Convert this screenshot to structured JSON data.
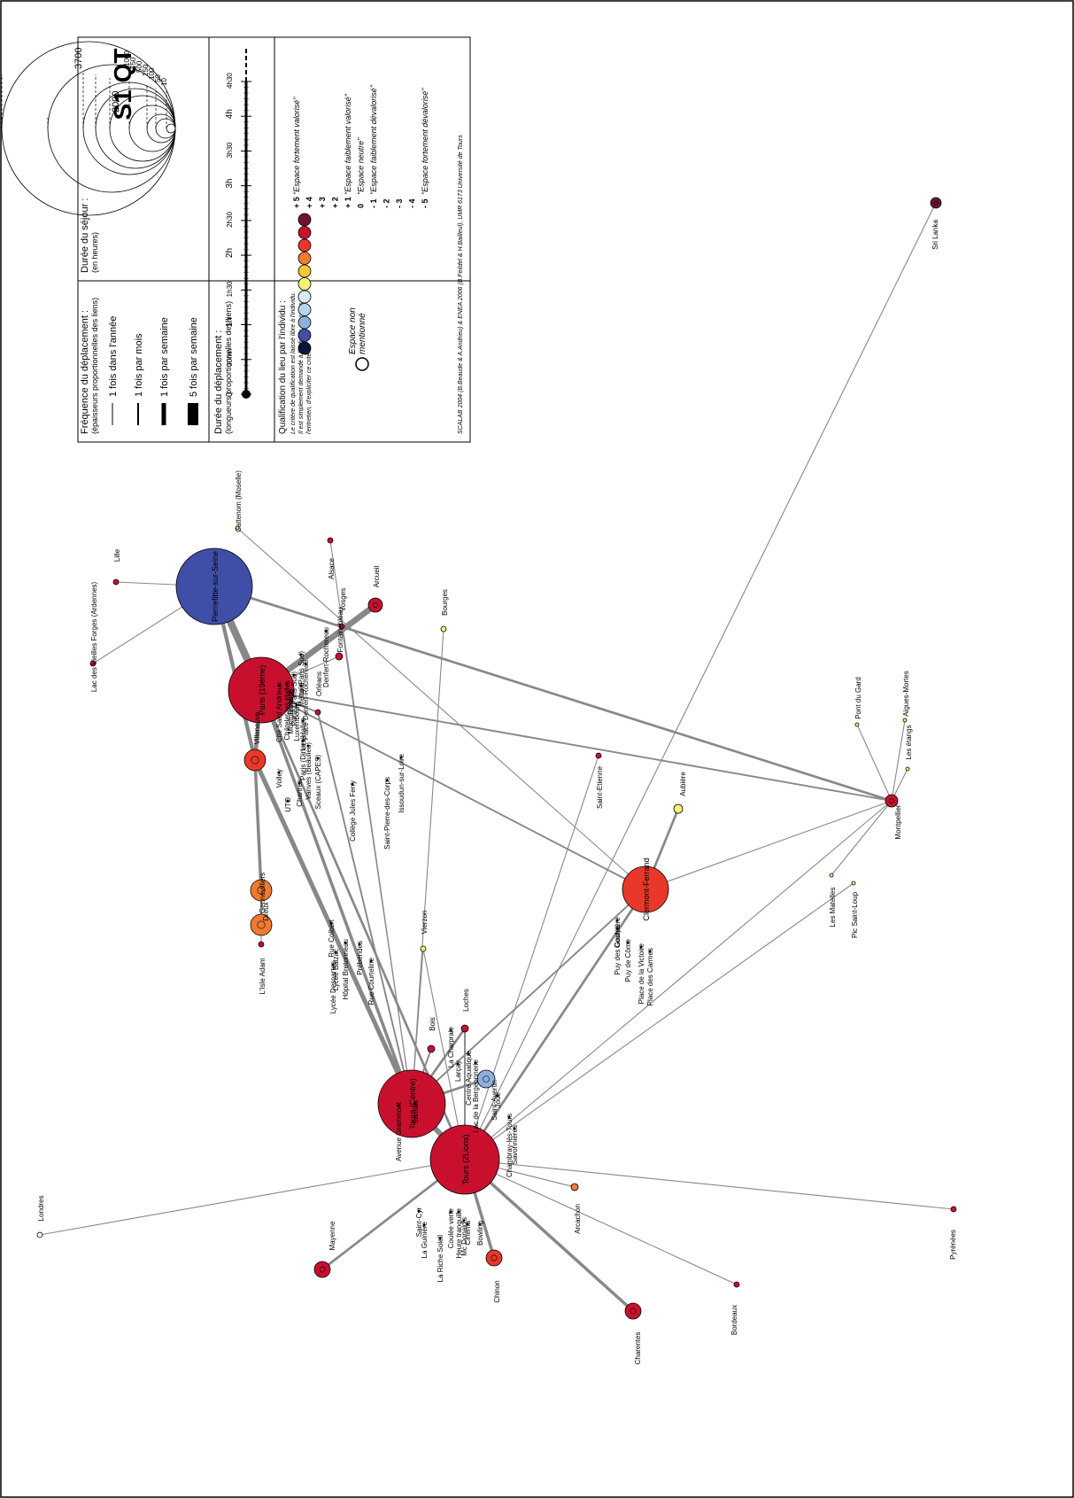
{
  "title": "S1 QT",
  "credit": "SCALAB 2004 (B.Beaude & A.Andrieu) & ENEA 2006 (B.Feildel & H.Bailleul), UMR 6173 Université de Tours",
  "legend": {
    "frequency": {
      "title": "Fréquence du déplacement :",
      "subtitle": "(épaisseurs proportionnelles des liens)",
      "items": [
        "1 fois dans l'année",
        "1 fois par mois",
        "1 fois par semaine",
        "5 fois par semaine"
      ]
    },
    "duration_stay": {
      "title": "Durée du séjour :",
      "subtitle": "(en heures)",
      "sizes": [
        "3700",
        "2000",
        "1000",
        "750",
        "500",
        "250",
        "100",
        "50",
        "10"
      ]
    },
    "duration_trip": {
      "title": "Durée du déplacement :",
      "subtitle": "(longueurs proportionnelles des liens)",
      "ticks": [
        "0",
        "30mn",
        "1h",
        "1h30",
        "2h",
        "2h30",
        "3h",
        "3h30",
        "4h",
        "4h30"
      ]
    },
    "qualification": {
      "title": "Qualification du lieu par l'individu :",
      "note1": "Le critère de qualification est laissé libre à l'individu.",
      "note2": "Il est simplement demandé à l'individu, au cours de",
      "note3": "l'entretien, d'expliciter ce critère.",
      "unmentioned1": "Espace non",
      "unmentioned2": "mentionné",
      "scale": [
        {
          "value": "+ 5",
          "color": "#6d1436",
          "label": "\"Espace fortement valorisé\""
        },
        {
          "value": "+ 4",
          "color": "#c8102e",
          "label": ""
        },
        {
          "value": "+ 3",
          "color": "#e8382a",
          "label": ""
        },
        {
          "value": "+ 2",
          "color": "#f07a30",
          "label": ""
        },
        {
          "value": "+ 1",
          "color": "#f5c63a",
          "label": "\"Espace faiblement valorisé\""
        },
        {
          "value": "0",
          "color": "#f4f07a",
          "label": "\"Espace neutre\""
        },
        {
          "value": "- 1",
          "color": "#dcecf4",
          "label": "\"Espace faiblement dévalorisé\""
        },
        {
          "value": "- 2",
          "color": "#b8d4ea",
          "label": ""
        },
        {
          "value": "- 3",
          "color": "#8db0dc",
          "label": ""
        },
        {
          "value": "- 4",
          "color": "#3f4fa8",
          "label": ""
        },
        {
          "value": "- 5",
          "color": "#0d1440",
          "label": "\"Espace fortement dévalorisé\""
        }
      ]
    }
  },
  "places": [
    {
      "id": "paris",
      "name": "Paris (19ème)",
      "value": 4
    },
    {
      "id": "pierrefitte",
      "name": "Pierrefitte-sur-Seine",
      "value": -4
    },
    {
      "id": "tours",
      "name": "Tours (2Lions)",
      "value": 4
    },
    {
      "id": "tours2",
      "name": "Tours (Centre)",
      "value": 4
    },
    {
      "id": "clermont",
      "name": "Clermont-Ferrand",
      "value": 3
    },
    {
      "id": "montpellier",
      "name": "Montpellier",
      "value": 4
    },
    {
      "id": "villeneuve",
      "name": "Villeneuve",
      "value": 3
    },
    {
      "id": "dreux",
      "name": "Dreux",
      "value": 2
    },
    {
      "id": "mayenne",
      "name": "Mayenne",
      "value": 4
    },
    {
      "id": "charentes",
      "name": "Charentes",
      "value": 4
    },
    {
      "id": "chinon",
      "name": "Chinon",
      "value": 3
    },
    {
      "id": "srilanka",
      "name": "Sri Lanka",
      "value": 5
    },
    {
      "id": "londres",
      "name": "Londres",
      "value": null
    },
    {
      "id": "pyrenees",
      "name": "Pyrénées",
      "value": 4
    },
    {
      "id": "bordeaux",
      "name": "Bordeaux",
      "value": 4
    },
    {
      "id": "lille",
      "name": "Lille",
      "value": 4
    },
    {
      "id": "ardennes",
      "name": "Lac des Vieilles Forges (Ardennes)",
      "value": 4
    },
    {
      "id": "cattenom",
      "name": "Cattenom (Moselle)",
      "value": 0
    },
    {
      "id": "alsace",
      "name": "Alsace",
      "value": 4
    },
    {
      "id": "vosges",
      "name": "Vosges",
      "value": 4
    },
    {
      "id": "saintetienne",
      "name": "Saint-Etienne",
      "value": 4
    },
    {
      "id": "fontainebleau",
      "name": "Fontainebleau",
      "value": 4
    },
    {
      "id": "arcueil",
      "name": "Arcueil",
      "value": 4
    },
    {
      "id": "aubiere",
      "name": "Aubière",
      "value": 0
    },
    {
      "id": "arcachon",
      "name": "Arcachon",
      "value": 2
    },
    {
      "id": "bourges",
      "name": "Bourges",
      "value": 0
    },
    {
      "id": "vierzon",
      "name": "Vierzon",
      "value": 0
    },
    {
      "id": "loches",
      "name": "Loches",
      "value": 4
    },
    {
      "id": "saintavertin",
      "name": "Saint-Avertin",
      "value": -3
    },
    {
      "id": "bois",
      "name": "Bois",
      "value": 4
    },
    {
      "id": "lisleadam",
      "name": "L'Isle Adam",
      "value": 4
    },
    {
      "id": "gennevilliers",
      "name": "Gennevilliers",
      "value": 2
    },
    {
      "id": "orleans",
      "name": "Orléans",
      "value": 4
    },
    {
      "id": "pontdugard",
      "name": "Pont du Gard",
      "value": 0
    },
    {
      "id": "aiguesmortes",
      "name": "Aigues-Mortes",
      "value": 0
    },
    {
      "id": "lesetangs",
      "name": "Les étangs",
      "value": 0
    },
    {
      "id": "picsaintloup",
      "name": "Pic Saint-Loup",
      "value": 0
    },
    {
      "id": "lesmatelles",
      "name": "Les Matelles",
      "value": 0
    }
  ],
  "labels": [
    "UTO",
    "Les Halles",
    "Luxembourg",
    "Italie",
    "Porte (Paris Sud)",
    "Place Denfert-Rochereau",
    "Métro (Paris Sud)",
    "Denfert-Rochereau",
    "Cité Saint Andrieux",
    "Châtelet-les-Halles",
    "Montparnasse",
    "Rivoli",
    "Paris (Diners)",
    "Vanves (Beaulieu)",
    "Sceaux (CAPES)",
    "Chartres",
    "Volley",
    "Issoudun-sur-Loire",
    "Saint-Pierre-des-Corps",
    "Collège Jules Ferry",
    "Hôpital Bretonneau",
    "Lycée Balzac",
    "Rue Colbert",
    "Prébendes",
    "Rue Courteline",
    "Lycée Descartes",
    "Avenue Grammont",
    "Sanitas",
    "La Charpraie",
    "Larçay",
    "Centre Aquatique",
    "Lac de la Bergeonnerie",
    "Chambray-lès-Tours",
    "Savonnières",
    "Joué",
    "Saint-Cyr",
    "La Guinière",
    "La Riche Soleil",
    "Coulée verte",
    "Heure tranquille",
    "Mc Donald's",
    "Cinéma",
    "Bowling",
    "Courpière",
    "Puy des Goules",
    "Puy de Côme",
    "Place de la Victoire",
    "Place des Carmes"
  ]
}
